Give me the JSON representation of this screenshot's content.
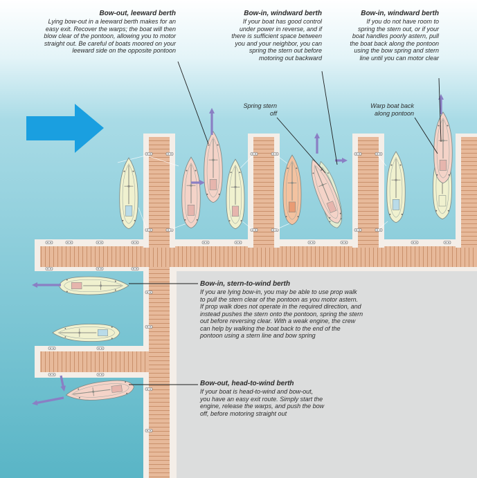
{
  "colors": {
    "water_light": "#a9dbe6",
    "water_dark": "#59b5c6",
    "land": "#dcdddd",
    "pontoon": "#e7b99a",
    "pontoon_plank": "#c9906b",
    "pontoon_edge": "#f4eee8",
    "wind_arrow": "#1a9fe0",
    "move_arrow": "#8a7fc4",
    "hull": "#f0f1cf",
    "hull_outline": "#7e8a86",
    "hull_pink": "#f4d3c8",
    "hull_orange": "#f3c2a0",
    "cabin_blue": "#b9dbe8",
    "cabin_pink": "#e6b5ad",
    "cabin_orange": "#e99b73"
  },
  "captions": {
    "bow_out_leeward": {
      "title": "Bow-out, leeward berth",
      "lines": [
        "Lying bow-out in a leeward berth makes for an",
        "easy exit. Recover the warps; the boat will then",
        "blow clear of the pontoon, allowing you to motor",
        "straight out. Be careful of boats moored on your",
        "leeward side on the opposite pontoon"
      ]
    },
    "bow_in_windward_1": {
      "title": "Bow-in, windward berth",
      "lines": [
        "If your boat has good control",
        "under power in reverse, and if",
        "there is sufficient space between",
        "you and your neighbor, you can",
        "spring the stern out before",
        "motoring out backward"
      ]
    },
    "bow_in_windward_2": {
      "title": "Bow-in, windward berth",
      "lines": [
        "If you do not have room to",
        "spring the stern out, or if your",
        "boat handles poorly astern, pull",
        "the boat back along the pontoon",
        "using the bow spring and stern",
        "line until you can motor clear"
      ]
    },
    "bow_in_stern_to_wind": {
      "title": "Bow-in, stern-to-wind berth",
      "lines": [
        "If you are lying bow-in, you may be able to use prop walk",
        "to pull the stern clear of the pontoon as you motor astern.",
        "If prop walk does not operate in the required direction, and",
        "instead pushes the stern onto the pontoon, spring the stern",
        "out before reversing clear. With a weak engine, the crew",
        "can help by walking the boat back to the end of the",
        "pontoon using a stern line and bow spring"
      ]
    },
    "bow_out_head_to_wind": {
      "title": "Bow-out, head-to-wind berth",
      "lines": [
        "If your boat is head-to-wind and bow-out,",
        "you have an easy exit route. Simply start the",
        "engine, release the warps, and push the bow",
        "off, before motoring straight out"
      ]
    }
  },
  "labels": {
    "spring_stern_off": [
      "Spring",
      "stern off"
    ],
    "warp_boat_back": [
      "Warp boat back",
      "along pontoon"
    ]
  },
  "icons": [
    "wind-direction-arrow",
    "movement-arrow",
    "cleat-icon",
    "yacht-icon"
  ]
}
